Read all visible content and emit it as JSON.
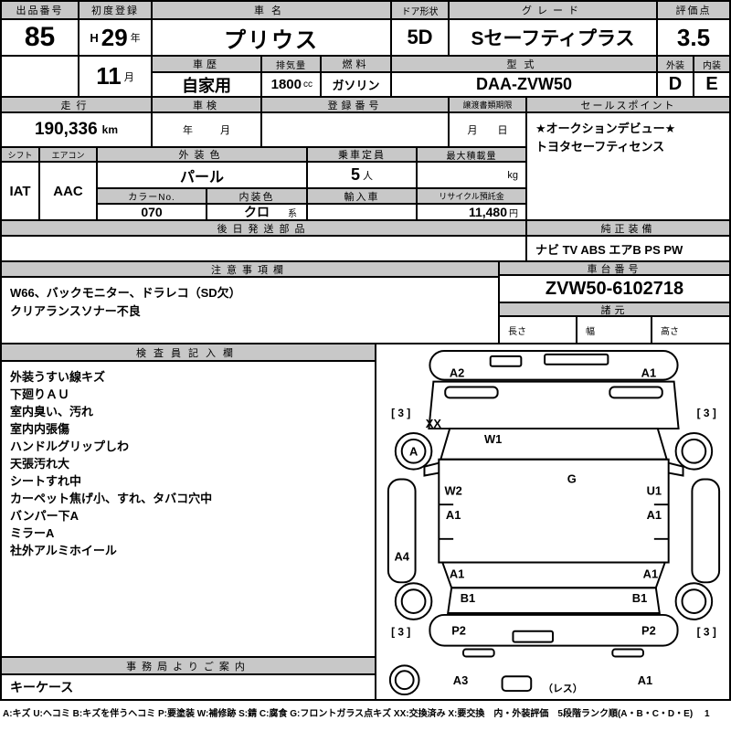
{
  "header": {
    "exhibit_no_label": "出品番号",
    "exhibit_no": "85",
    "first_reg_label": "初度登録",
    "first_reg_era": "H",
    "first_reg_year": "29",
    "year_suffix": "年",
    "first_reg_month": "11",
    "month_suffix": "月",
    "car_name_label": "車名",
    "car_name": "プリウス",
    "door_label": "ドア形状",
    "door": "5D",
    "grade_label": "グレード",
    "grade": "Sセーフティプラス",
    "score_label": "評価点",
    "score": "3.5",
    "history_label": "車歴",
    "history": "自家用",
    "displacement_label": "排気量",
    "displacement": "1800",
    "displacement_unit": "cc",
    "fuel_label": "燃料",
    "fuel": "ガソリン",
    "model_label": "型式",
    "model": "DAA-ZVW50",
    "exterior_label": "外装",
    "exterior_grade": "D",
    "interior_label": "内装",
    "interior_grade": "E"
  },
  "registration": {
    "mileage_label": "走行",
    "mileage": "190,336",
    "mileage_unit": "km",
    "shaken_label": "車検",
    "shaken_year_suffix": "年",
    "shaken_month_suffix": "月",
    "reg_no_label": "登録番号",
    "transfer_label": "譲渡書類期限",
    "transfer_month_suffix": "月",
    "transfer_day_suffix": "日"
  },
  "equipment_block": {
    "shift_label": "シフト",
    "shift": "IAT",
    "aircon_label": "エアコン",
    "aircon": "AAC",
    "ext_color_label": "外装色",
    "ext_color": "パール",
    "capacity_label": "乗車定員",
    "capacity": "5",
    "capacity_unit": "人",
    "max_load_label": "最大積載量",
    "max_load_unit": "kg",
    "color_no_label": "カラーNo.",
    "color_no": "070",
    "int_color_label": "内装色",
    "int_color": "クロ",
    "int_color_suffix": "系",
    "import_label": "輸入車",
    "recycle_label": "リサイクル預託金",
    "recycle_fee": "11,480",
    "recycle_unit": "円",
    "late_parts_label": "後日発送部品",
    "genuine_label": "純正装備",
    "genuine_equipment": "ナビ TV ABS エアB PS PW"
  },
  "sales_point": {
    "label": "セールスポイント",
    "lines": [
      "★オークションデビュー★",
      "トヨタセーフティセンス"
    ]
  },
  "caution": {
    "label": "注意事項欄",
    "lines": [
      "W66、バックモニター、ドラレコ（SD欠）",
      "クリアランスソナー不良"
    ]
  },
  "chassis": {
    "label": "車台番号",
    "number": "ZVW50-6102718",
    "specs_label": "諸元",
    "length_label": "長さ",
    "width_label": "幅",
    "height_label": "高さ"
  },
  "inspector": {
    "label": "検査員記入欄",
    "notes": [
      "外装うすい線キズ",
      "下廻りＡＵ",
      "室内臭い、汚れ",
      "室内内張傷",
      "ハンドルグリップしわ",
      "天張汚れ大",
      "シートすれ中",
      "カーペット焦げ小、すれ、タバコ穴中",
      "バンパー下A",
      "ミラーA",
      "社外アルミホイール"
    ]
  },
  "office": {
    "label": "事務局よりご案内",
    "note": "キーケース"
  },
  "diagram": {
    "labels": [
      "A2",
      "A1",
      "[ 3 ]",
      "[ 3 ]",
      "XX",
      "W1",
      "A",
      "W2",
      "G",
      "U1",
      "A1",
      "A1",
      "A4",
      "A1",
      "A1",
      "B1",
      "B1",
      "P2",
      "P2",
      "[ 3 ]",
      "[ 3 ]",
      "A3",
      "A1",
      "（レス）"
    ]
  },
  "legend": "A:キズ U:ヘコミ B:キズを伴うヘコミ P:要塗装 W:補修跡 S:錆 C:腐食 G:フロントガラス点キズ XX:交換済み X:要交換　内・外装評価　5段階ランク順(A・B・C・D・E)",
  "page_no": "1"
}
